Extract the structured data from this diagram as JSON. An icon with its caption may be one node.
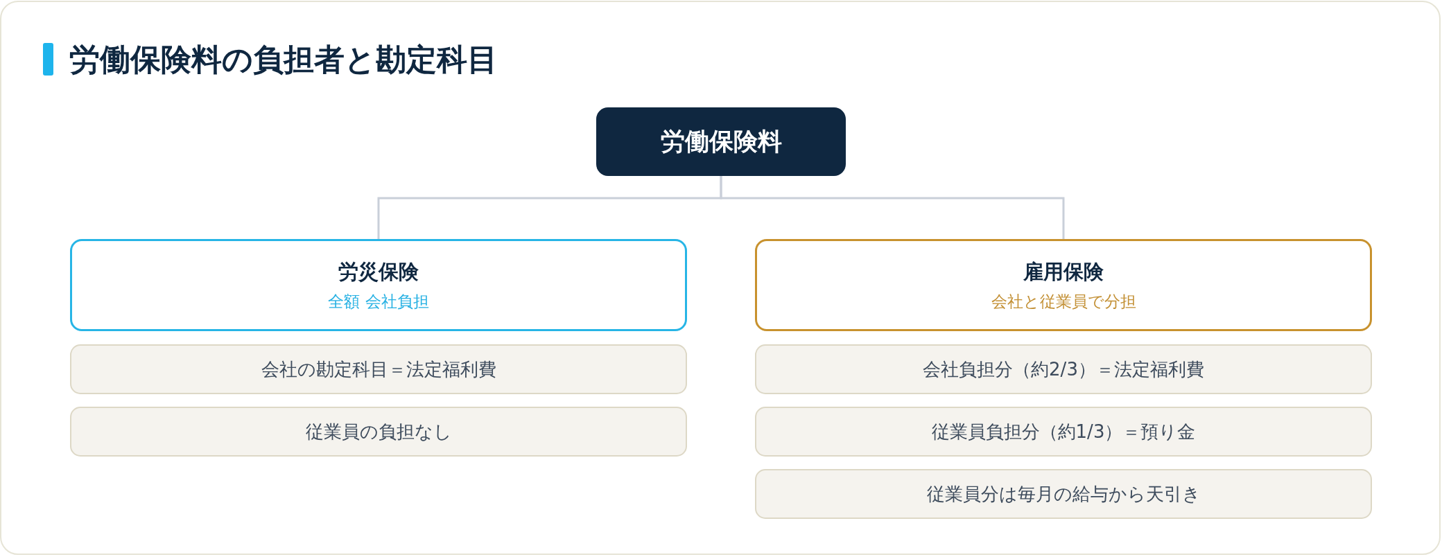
{
  "diagram": {
    "title": "労働保険料の負担者と勘定科目",
    "nodes": [
      {
        "text": [
          "労働保険料"
        ]
      },
      {
        "text": [
          "労災保険",
          "全額 会社負担"
        ]
      },
      {
        "text": [
          "会社の勘定科目＝法定福利費"
        ]
      },
      {
        "text": [
          "従業員の負担なし"
        ]
      },
      {
        "text": [
          "雇用保険",
          "会社と従業員で分担"
        ]
      },
      {
        "text": [
          "会社負担分（約2/3）＝法定福利費"
        ]
      },
      {
        "text": [
          "従業員負担分（約1/3）＝預り金"
        ]
      },
      {
        "text": [
          "従業員分は毎月の給与から天引き"
        ]
      }
    ],
    "edges": [
      {
        "from": 0,
        "to": 1,
        "arrow": "none"
      },
      {
        "from": 0,
        "to": 4,
        "arrow": "none"
      }
    ]
  }
}
